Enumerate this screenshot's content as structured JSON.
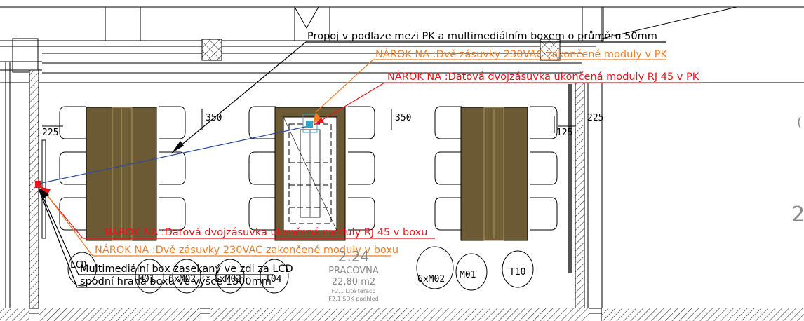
{
  "annotations": {
    "propoj": "Propoj v podlaze mezi PK a multimediálním boxem o průměru 50mm",
    "narok_zasuvky_pk": "NÁROK NA :Dvě zásuvky 230VAC zakončené moduly v PK",
    "narok_datova_pk": "NÁROK NA :Datová dvojzásuvka ukončená moduly RJ 45 v PK",
    "narok_datova_box": "NÁROK NA :Datová dvojzásuvka ukončená moduly RJ 45 v  boxu",
    "narok_zasuvky_box": "NÁROK NA :Dvě zásuvky 230VAC zakončené moduly v boxu",
    "box_line1": "Multimediální box zasekaný ve zdi za LCD",
    "box_line2": "spodní hrana boxu ve výšce 1300mm"
  },
  "dimensions": {
    "d350_left": "350",
    "d350_right": "350",
    "d225_left": "225",
    "d225_right": "225",
    "d125": "125"
  },
  "room": {
    "number": "2.24",
    "name": "PRACOVNA",
    "area": "22,80 m2",
    "floor": "F2.1 Lité teraco",
    "ceiling": "F2.1 SDK podhled",
    "next_room_partial": "2",
    "edge_char": "("
  },
  "symbols": {
    "lcd": "LCD",
    "m01_left": "M01",
    "m02_left": "6xM02",
    "m02_mid": "6xM02",
    "t04": "T04",
    "m02_right": "6xM02",
    "m01_right": "M01",
    "t10": "T10"
  },
  "colors": {
    "black": "#000000",
    "red": "#e8141b",
    "orange": "#f07e26",
    "blue": "#2c4a9c",
    "table_fill": "#6b5a34",
    "table_line": "#c8b67e",
    "hatch": "#333333"
  }
}
